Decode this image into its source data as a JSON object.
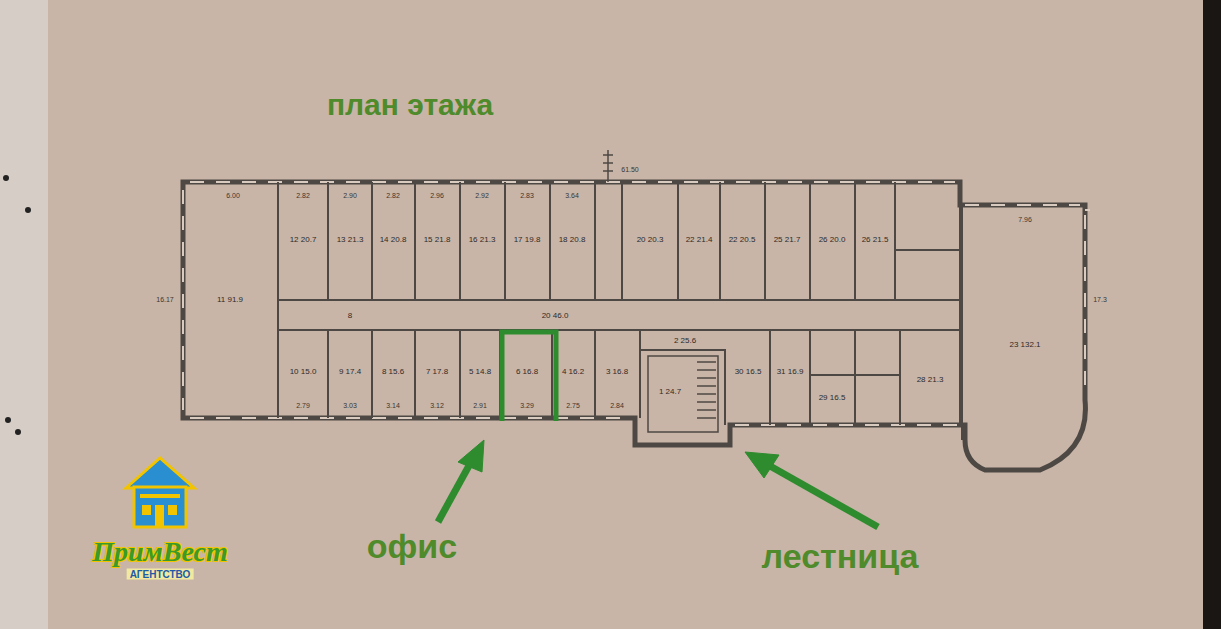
{
  "diagram": {
    "title": "план этажа",
    "labels": [
      "11 91.9",
      "23 132.1",
      "12 20.7",
      "13 21.3",
      "14 20.8",
      "15 21.8",
      "16 21.3",
      "17 19.8",
      "18 20.8",
      "20 20.3",
      "22 21.4",
      "22 20.5",
      "25 21.7",
      "26 20.0",
      "26 21.5",
      "10 15.0",
      "9 17.4",
      "8 15.6",
      "7 17.8",
      "5 14.8",
      "6 16.8",
      "4 16.2",
      "3 16.8",
      "1 24.7",
      "30 16.5",
      "31 16.9",
      "29 16.5",
      "28 21.3",
      "2 25.6",
      "20 46.0",
      "8",
      "6.00",
      "2.82",
      "2.90",
      "2.82",
      "2.96",
      "2.92",
      "2.83",
      "3.64",
      "2.79",
      "3.03",
      "3.14",
      "3.12",
      "2.91",
      "3.29",
      "2.75",
      "2.84",
      "16.17",
      "7.96",
      "61.50",
      "17.3",
      "офис",
      "лестница",
      "ПримВест",
      "АГЕНТСТВО"
    ]
  }
}
